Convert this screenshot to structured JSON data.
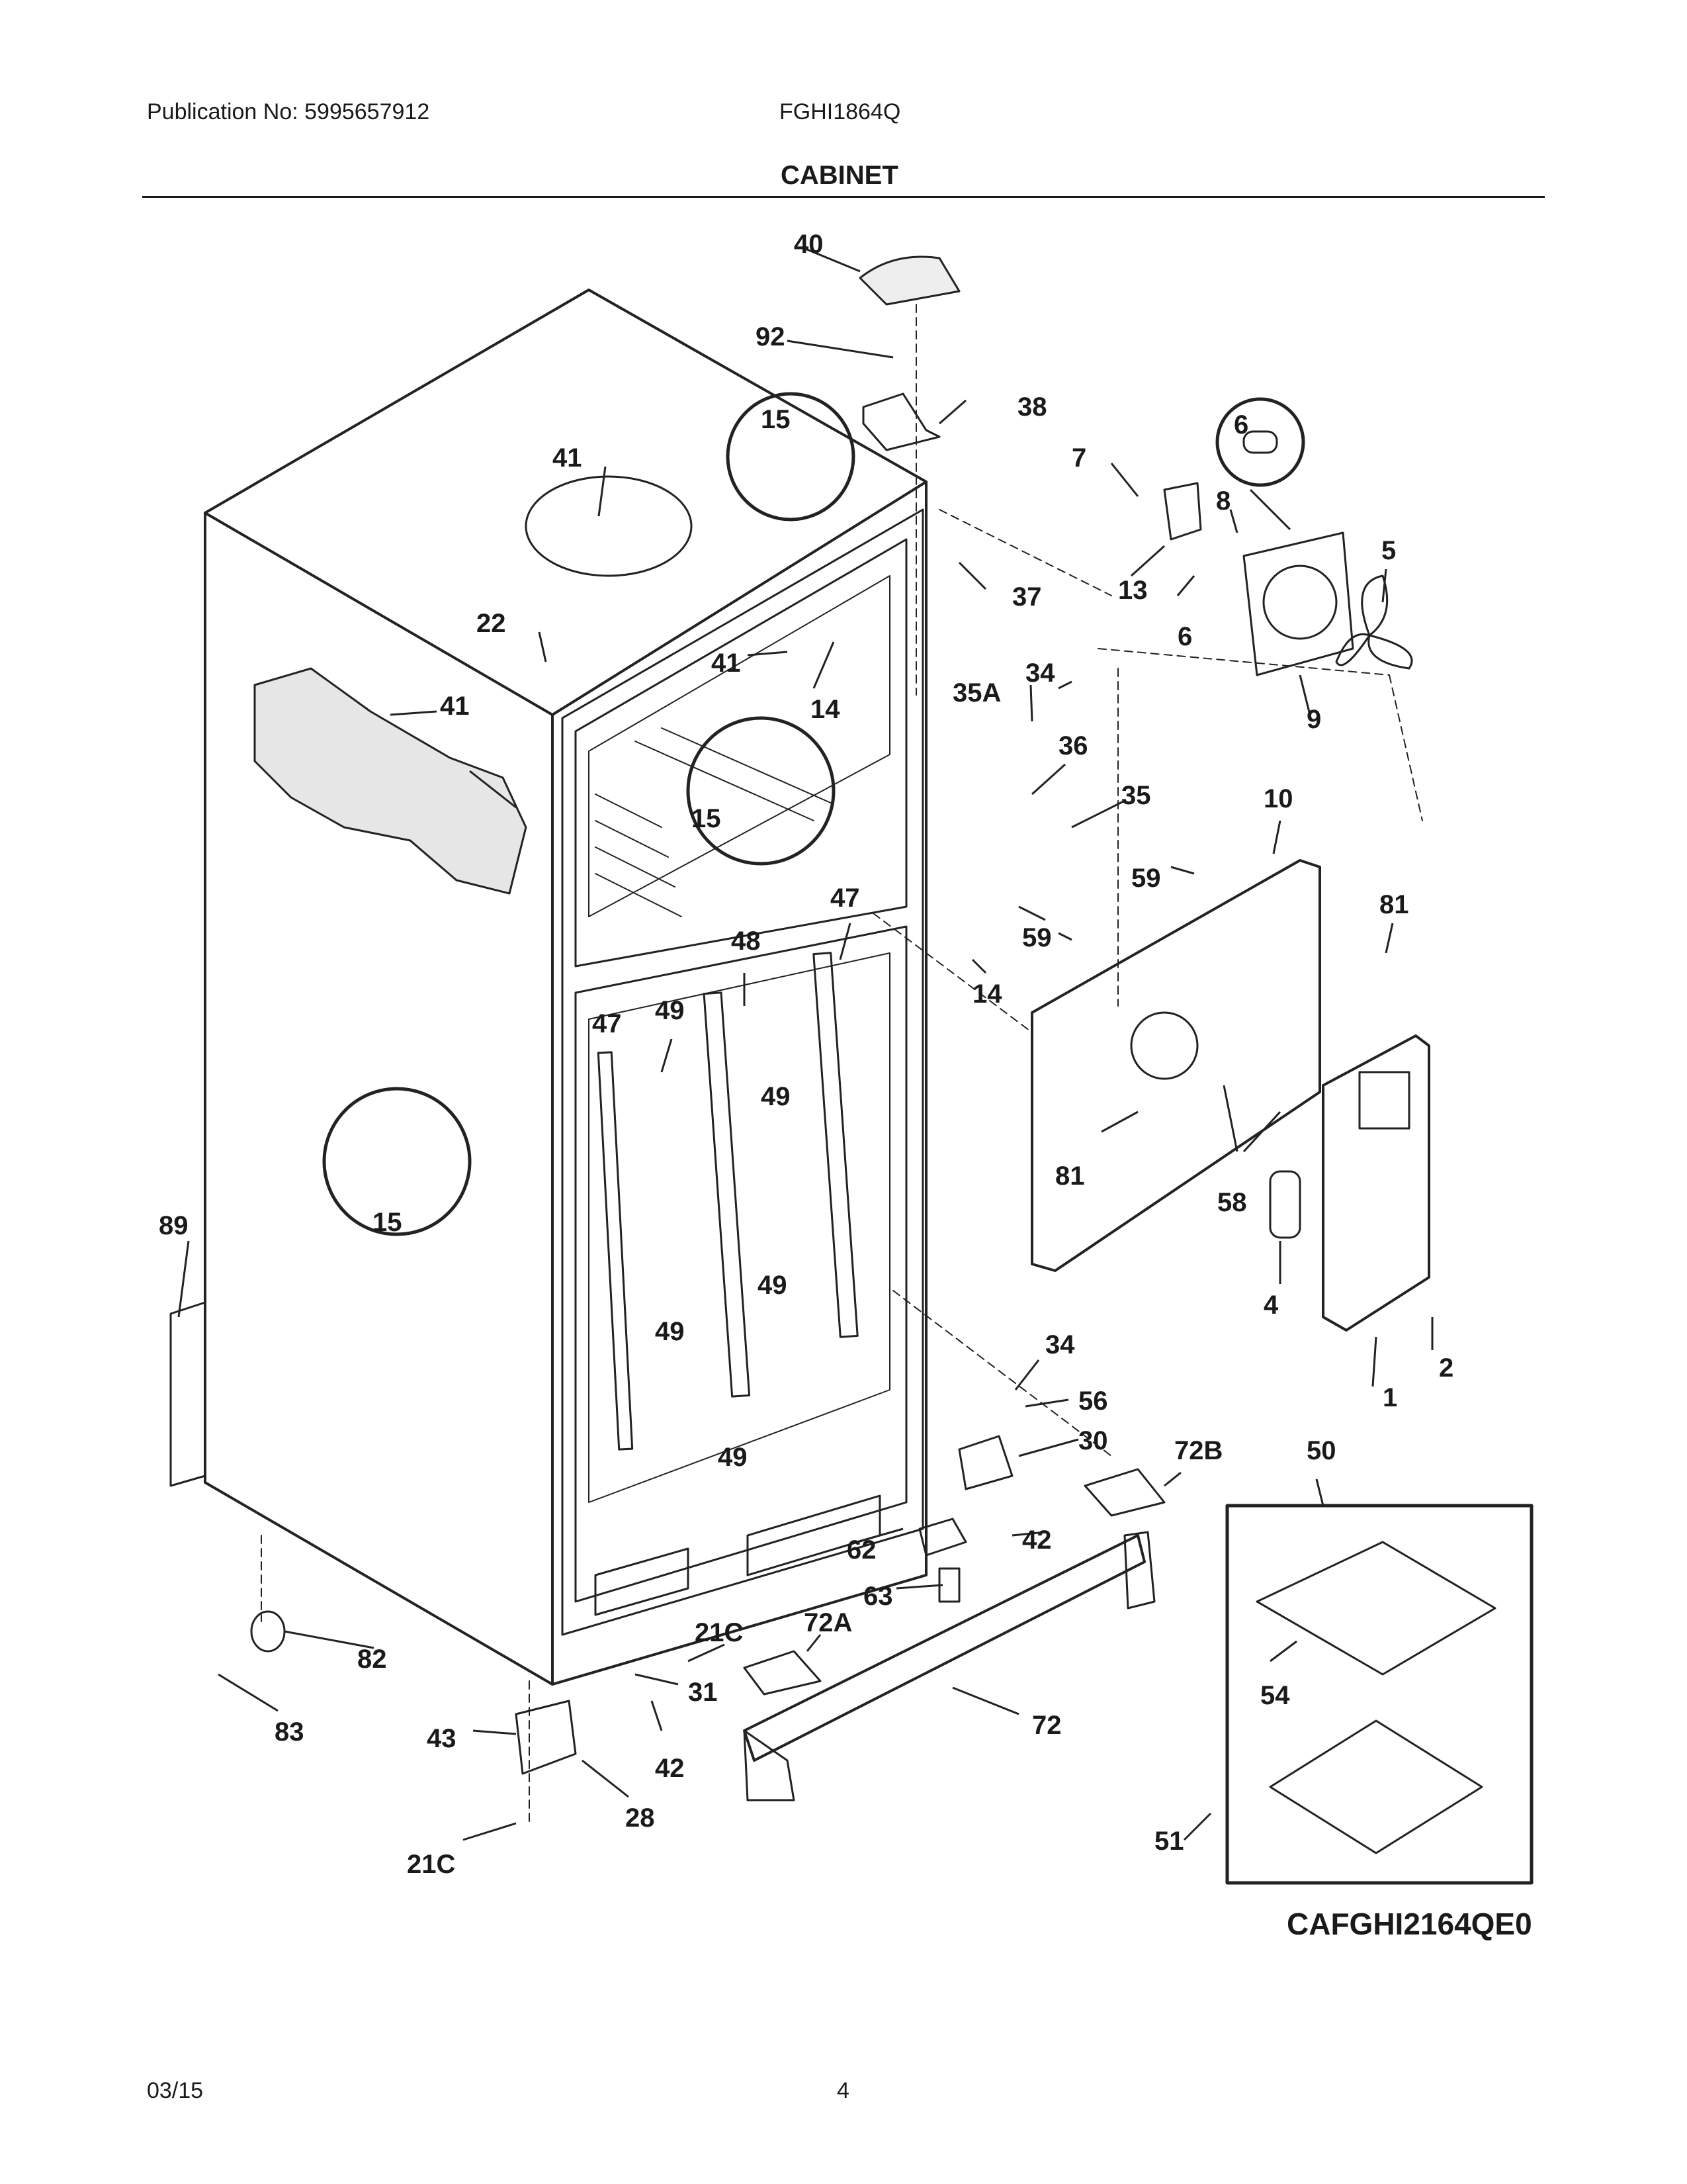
{
  "header": {
    "publication": "Publication No: 5995657912",
    "model": "FGHI1864Q",
    "section_title": "CABINET"
  },
  "diagram": {
    "code": "CAFGHI2164QE0",
    "callouts": [
      {
        "id": "c40",
        "text": "40"
      },
      {
        "id": "c92",
        "text": "92"
      },
      {
        "id": "c38",
        "text": "38"
      },
      {
        "id": "c15a",
        "text": "15"
      },
      {
        "id": "c41a",
        "text": "41"
      },
      {
        "id": "c6a",
        "text": "6"
      },
      {
        "id": "c7",
        "text": "7"
      },
      {
        "id": "c8",
        "text": "8"
      },
      {
        "id": "c5",
        "text": "5"
      },
      {
        "id": "c13",
        "text": "13"
      },
      {
        "id": "c37",
        "text": "37"
      },
      {
        "id": "c6b",
        "text": "6"
      },
      {
        "id": "c9",
        "text": "9"
      },
      {
        "id": "c22",
        "text": "22"
      },
      {
        "id": "c41b",
        "text": "41"
      },
      {
        "id": "c14a",
        "text": "14"
      },
      {
        "id": "c41c",
        "text": "41"
      },
      {
        "id": "c35A",
        "text": "35A"
      },
      {
        "id": "c34a",
        "text": "34"
      },
      {
        "id": "c36",
        "text": "36"
      },
      {
        "id": "c35",
        "text": "35"
      },
      {
        "id": "c10",
        "text": "10"
      },
      {
        "id": "c15b",
        "text": "15"
      },
      {
        "id": "c59a",
        "text": "59"
      },
      {
        "id": "c81a",
        "text": "81"
      },
      {
        "id": "c47a",
        "text": "47"
      },
      {
        "id": "c48",
        "text": "48"
      },
      {
        "id": "c59b",
        "text": "59"
      },
      {
        "id": "c14b",
        "text": "14"
      },
      {
        "id": "c47b",
        "text": "47"
      },
      {
        "id": "c49a",
        "text": "49"
      },
      {
        "id": "c49b",
        "text": "49"
      },
      {
        "id": "c81b",
        "text": "81"
      },
      {
        "id": "c58",
        "text": "58"
      },
      {
        "id": "c15c",
        "text": "15"
      },
      {
        "id": "c89",
        "text": "89"
      },
      {
        "id": "c4",
        "text": "4"
      },
      {
        "id": "c49c",
        "text": "49"
      },
      {
        "id": "c49d",
        "text": "49"
      },
      {
        "id": "c2",
        "text": "2"
      },
      {
        "id": "c1",
        "text": "1"
      },
      {
        "id": "c34b",
        "text": "34"
      },
      {
        "id": "c56",
        "text": "56"
      },
      {
        "id": "c30",
        "text": "30"
      },
      {
        "id": "c72B",
        "text": "72B"
      },
      {
        "id": "c50",
        "text": "50"
      },
      {
        "id": "c49e",
        "text": "49"
      },
      {
        "id": "c62",
        "text": "62"
      },
      {
        "id": "c42a",
        "text": "42"
      },
      {
        "id": "c63",
        "text": "63"
      },
      {
        "id": "c21Ca",
        "text": "21C"
      },
      {
        "id": "c72A",
        "text": "72A"
      },
      {
        "id": "c82",
        "text": "82"
      },
      {
        "id": "c31",
        "text": "31"
      },
      {
        "id": "c54",
        "text": "54"
      },
      {
        "id": "c83",
        "text": "83"
      },
      {
        "id": "c72",
        "text": "72"
      },
      {
        "id": "c43",
        "text": "43"
      },
      {
        "id": "c42b",
        "text": "42"
      },
      {
        "id": "c28",
        "text": "28"
      },
      {
        "id": "c51",
        "text": "51"
      },
      {
        "id": "c21Cb",
        "text": "21C"
      }
    ]
  },
  "footer": {
    "date": "03/15",
    "page": "4"
  }
}
